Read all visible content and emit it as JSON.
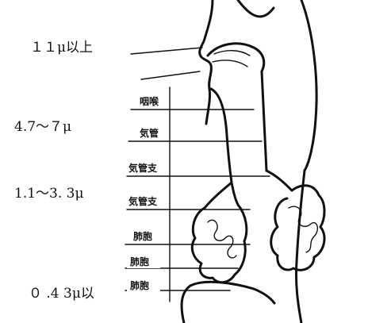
{
  "size_labels": {
    "nasal": "１１μ以上",
    "pharynx_trachea": "4.7～７μ",
    "bronchi": "1.1～3. 3μ",
    "alveoli": "０ .4 3μ以"
  },
  "region_labels": {
    "pharynx": "咽喉",
    "trachea": "気管",
    "bronchus": "気管支",
    "bronchiole": "気管支",
    "alveolus_1": "肺胞",
    "alveolus_2": "肺胞",
    "alveolus_3": "肺胞"
  }
}
